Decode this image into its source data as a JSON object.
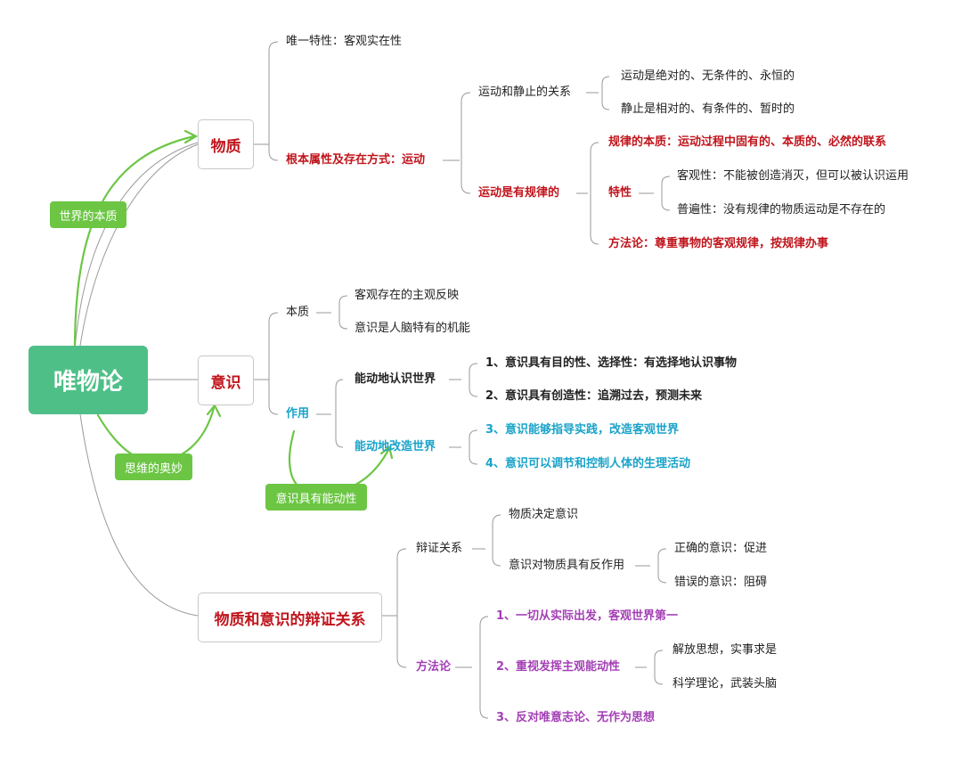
{
  "root": "唯物论",
  "level1": {
    "matter": "物质",
    "consciousness": "意识",
    "dialectic": "物质和意识的辩证关系"
  },
  "tags": {
    "world_essence": "世界的本质",
    "thinking_wonder": "思维的奥妙",
    "initiative": "意识具有能动性"
  },
  "matter": {
    "unique": "唯一特性：客观实在性",
    "fundamental": "根本属性及存在方式：运动",
    "motion_rest": "运动和静止的关系",
    "motion_absolute": "运动是绝对的、无条件的、永恒的",
    "rest_relative": "静止是相对的、有条件的、暂时的",
    "lawful": "运动是有规律的",
    "law_essence": "规律的本质：运动过程中固有的、本质的、必然的联系",
    "traits": "特性",
    "objective": "客观性：不能被创造消灭，但可以被认识运用",
    "universal": "普遍性：没有规律的物质运动是不存在的",
    "method": "方法论：尊重事物的客观规律，按规律办事"
  },
  "consciousness": {
    "essence": "本质",
    "reflection": "客观存在的主观反映",
    "brain": "意识是人脑特有的机能",
    "role": "作用",
    "know_world": "能动地认识世界",
    "c1": "1、意识具有目的性、选择性：有选择地认识事物",
    "c2": "2、意识具有创造性：追溯过去，预测未来",
    "change_world": "能动地改造世界",
    "c3": "3、意识能够指导实践，改造客观世界",
    "c4": "4、意识可以调节和控制人体的生理活动"
  },
  "dialectic": {
    "relation": "辩证关系",
    "determines": "物质决定意识",
    "reaction": "意识对物质具有反作用",
    "correct": "正确的意识：促进",
    "wrong": "错误的意识：阻碍",
    "method": "方法论",
    "m1": "1、一切从实际出发，客观世界第一",
    "m2": "2、重视发挥主观能动性",
    "m2a": "解放思想，实事求是",
    "m2b": "科学理论，武装头脑",
    "m3": "3、反对唯意志论、无作为思想"
  },
  "colors": {
    "root": "#4fbf88",
    "tag": "#6cc644",
    "red": "#c0151c",
    "blue": "#1aa3c9",
    "purple": "#a43fb5",
    "line": "#9a9a9a"
  }
}
